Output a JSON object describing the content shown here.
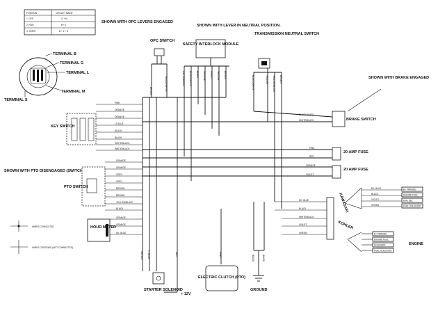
{
  "position_table": {
    "header": [
      "POSITION",
      "CIRCUIT \"MAKE\""
    ],
    "rows": [
      [
        "1. OFF",
        "G + M"
      ],
      [
        "2. RUN",
        "B + L"
      ],
      [
        "3. START",
        "B + L + S"
      ]
    ]
  },
  "key_switch": {
    "terminals": [
      "TERMINAL B",
      "TERMINAL G",
      "TERMINAL L",
      "TERMINAL M",
      "TERMINAL S"
    ],
    "title": "KEY SWITCH",
    "wires": [
      "PINK",
      "ORANGE",
      "ORANGE",
      "LT BLUE",
      "BLACK",
      "BLACK",
      "WHITE/BLACK",
      "WHITE/BLACK"
    ]
  },
  "opc": {
    "note": "SHOWN WITH OPC LEVERS ENGAGED",
    "title": "OPC SWITCH",
    "wires": [
      "BROWN",
      "BLACK/WHITE"
    ]
  },
  "interlock": {
    "note": "SHOWN WITH LEVER IN NEUTRAL POSITION.",
    "title": "SAFETY INTERLOCK MODULE",
    "wires": [
      "WHITE/BLACK",
      "BLACK/WHITE",
      "BLACK",
      "ORANGE",
      "VIOLET",
      "YELLOW",
      "BROWN"
    ]
  },
  "transmission": {
    "title": "TRANSMISSION NEUTRAL SWITCH",
    "wires": [
      "BLACK/WHITE",
      "YELLOW",
      "YELLOW/BLACK",
      "BROWN"
    ]
  },
  "brake": {
    "note": "SHOWN WITH BRAKE ENGAGED",
    "title": "BRAKE SWITCH",
    "wires": [
      "BLACK/WHITE",
      "WHITE/BLACK"
    ]
  },
  "fuses": [
    {
      "label": "20 AMP FUSE",
      "wires": [
        "PINK",
        "RED"
      ]
    },
    {
      "label": "20 AMP FUSE",
      "wires": [
        "ORANGE",
        "VIOLET"
      ]
    }
  ],
  "pto": {
    "note": "SHOWN WITH PTO DISENGAGED (SWITCH IN)",
    "title": "PTO SWITCH",
    "wires": [
      "ORANGE",
      "ORANGE",
      "GREY",
      "GREY",
      "BROWN",
      "BROWN",
      "YELLOW/BLACK",
      "BLACK"
    ]
  },
  "hour_meter": {
    "title": "HOUR METER",
    "wires": [
      "ORANGE",
      "ORANGE",
      "DK. BLUE"
    ]
  },
  "legend": {
    "connected": "WIRES CONNECTED",
    "crossing": "WIRES CROSSING (NOT CONNECTED)"
  },
  "starter": {
    "title": "STARTER SOLENOID",
    "plus12": "+ 12V",
    "wires": [
      "YELLOW",
      "LT BLUE",
      "RED"
    ]
  },
  "clutch": {
    "title": "ELECTRIC CLUTCH (PTO)",
    "wire": "GREY"
  },
  "ground": {
    "title": "GROUND",
    "wires": [
      "BLACK",
      "BLACK"
    ]
  },
  "engines": {
    "title": "ENGINE",
    "kawasaki": {
      "label": "KAWASAKI",
      "wires": [
        "DK. BLUE",
        "BLACK",
        "WHITE/BLACK",
        "VIOLET",
        "GREEN"
      ],
      "pins": [
        "DK. BLUE",
        "BLACK",
        "VIOLET",
        "GREEN"
      ],
      "tags": [
        "B+ PRIMING",
        "ENGINE FUEL",
        "ENG SEL",
        "FUEL SOLENOID"
      ]
    },
    "kohler": {
      "label": "KOHLER",
      "wires": [
        "DK. BLUE",
        "BLACK",
        "WHITE/BLACK",
        "VIOLET",
        "GREEN"
      ],
      "tags": [
        "B+ PRIMING",
        "ENGINE FUEL",
        "SOLENOID",
        "FUEL SOLENOID"
      ]
    }
  }
}
